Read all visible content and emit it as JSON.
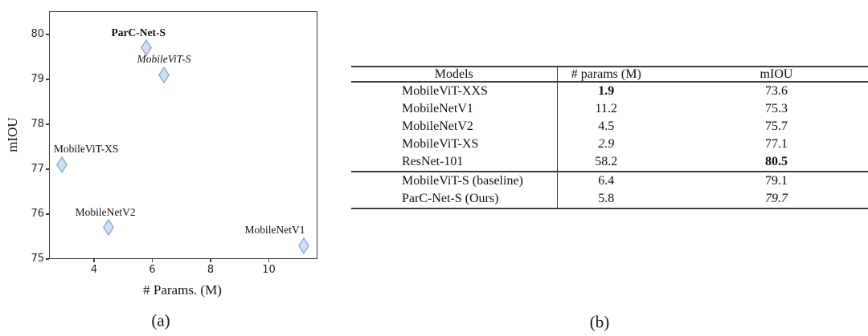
{
  "chart_data": [
    {
      "type": "scatter",
      "xlabel": "# Params. (M)",
      "ylabel": "mIOU",
      "xlim": [
        2.45,
        11.7
      ],
      "ylim": [
        75,
        80.55
      ],
      "xticks": [
        4,
        6,
        8,
        10
      ],
      "yticks": [
        75,
        76,
        77,
        78,
        79,
        80
      ],
      "grid": false,
      "legend": "none",
      "marker": "thin-diamond",
      "marker_fill": "#cfe0f3",
      "marker_stroke": "#85a3cb",
      "points": [
        {
          "label": "ParC-Net-S",
          "x": 5.8,
          "y": 79.7,
          "emphasis": "bold"
        },
        {
          "label": "MobileViT-S",
          "x": 6.4,
          "y": 79.1,
          "emphasis": "italic"
        },
        {
          "label": "MobileViT-XS",
          "x": 2.9,
          "y": 77.1,
          "emphasis": "normal"
        },
        {
          "label": "MobileNetV2",
          "x": 4.5,
          "y": 75.7,
          "emphasis": "normal"
        },
        {
          "label": "MobileNetV1",
          "x": 11.2,
          "y": 75.3,
          "emphasis": "normal"
        }
      ],
      "caption": "(a)"
    },
    {
      "type": "table",
      "headers": [
        "Models",
        "# params (M)",
        "mIOU"
      ],
      "rows": [
        {
          "model": "MobileViT-XXS",
          "params": "1.9",
          "params_style": "bold",
          "miou": "73.6",
          "miou_style": "normal"
        },
        {
          "model": "MobileNetV1",
          "params": "11.2",
          "params_style": "normal",
          "miou": "75.3",
          "miou_style": "normal"
        },
        {
          "model": "MobileNetV2",
          "params": "4.5",
          "params_style": "normal",
          "miou": "75.7",
          "miou_style": "normal"
        },
        {
          "model": "MobileViT-XS",
          "params": "2.9",
          "params_style": "italic",
          "miou": "77.1",
          "miou_style": "normal"
        },
        {
          "model": "ResNet-101",
          "params": "58.2",
          "params_style": "normal",
          "miou": "80.5",
          "miou_style": "bold"
        },
        {
          "model": "MobileViT-S (baseline)",
          "params": "6.4",
          "params_style": "normal",
          "miou": "79.1",
          "miou_style": "normal"
        },
        {
          "model": "ParC-Net-S (Ours)",
          "params": "5.8",
          "params_style": "normal",
          "miou": "79.7",
          "miou_style": "italic"
        }
      ],
      "group_break_after_row": 4,
      "caption": "(b)"
    }
  ]
}
